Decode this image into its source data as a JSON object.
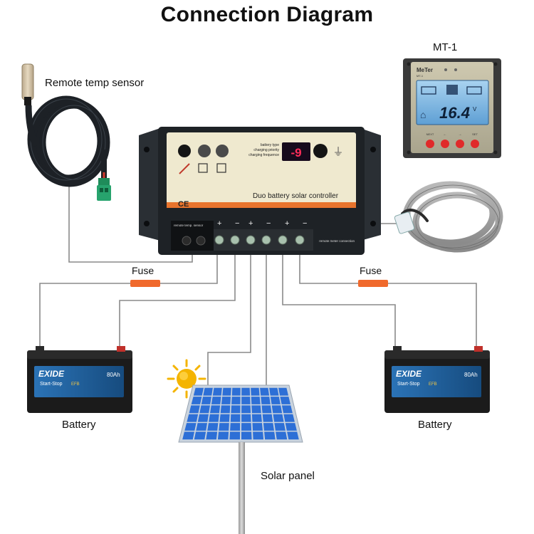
{
  "title": "Connection Diagram",
  "labels": {
    "remote_temp_sensor": "Remote temp sensor",
    "meter": "MT-1",
    "fuse_left": "Fuse",
    "fuse_right": "Fuse",
    "battery_left": "Battery",
    "battery_right": "Battery",
    "solar_panel": "Solar panel"
  },
  "controller": {
    "product_label": "Duo battery solar controller",
    "ce_mark": "CE",
    "settings_lines": [
      "battery type",
      "charging priority",
      "charging frequence"
    ],
    "display_value": "-9",
    "terminal_label_left": "remote temp. sensor",
    "terminal_label_right": "remote meter connection",
    "terminal_group_symbols": [
      "+",
      "−",
      "+",
      "−",
      "+",
      "−"
    ]
  },
  "meter": {
    "brand": "MeTer",
    "model": "MT-1",
    "display_value": "16.4",
    "display_unit": "V",
    "button_labels": [
      "NEXT",
      "←",
      "→",
      "SET"
    ]
  },
  "battery": {
    "brand": "EXIDE",
    "series": "Start-Stop",
    "tag": "EFB",
    "capacity": "80Ah"
  },
  "colors": {
    "wire": "#8a8a8a",
    "fuse": "#f0692c",
    "controller_body": "#1e2226",
    "controller_face": "#efe9cf",
    "controller_stripe": "#e8742d",
    "battery_body": "#1b1b1b",
    "battery_label": "#1f5a92",
    "panel_cell": "#2d6fd6",
    "sun": "#f4b400"
  }
}
